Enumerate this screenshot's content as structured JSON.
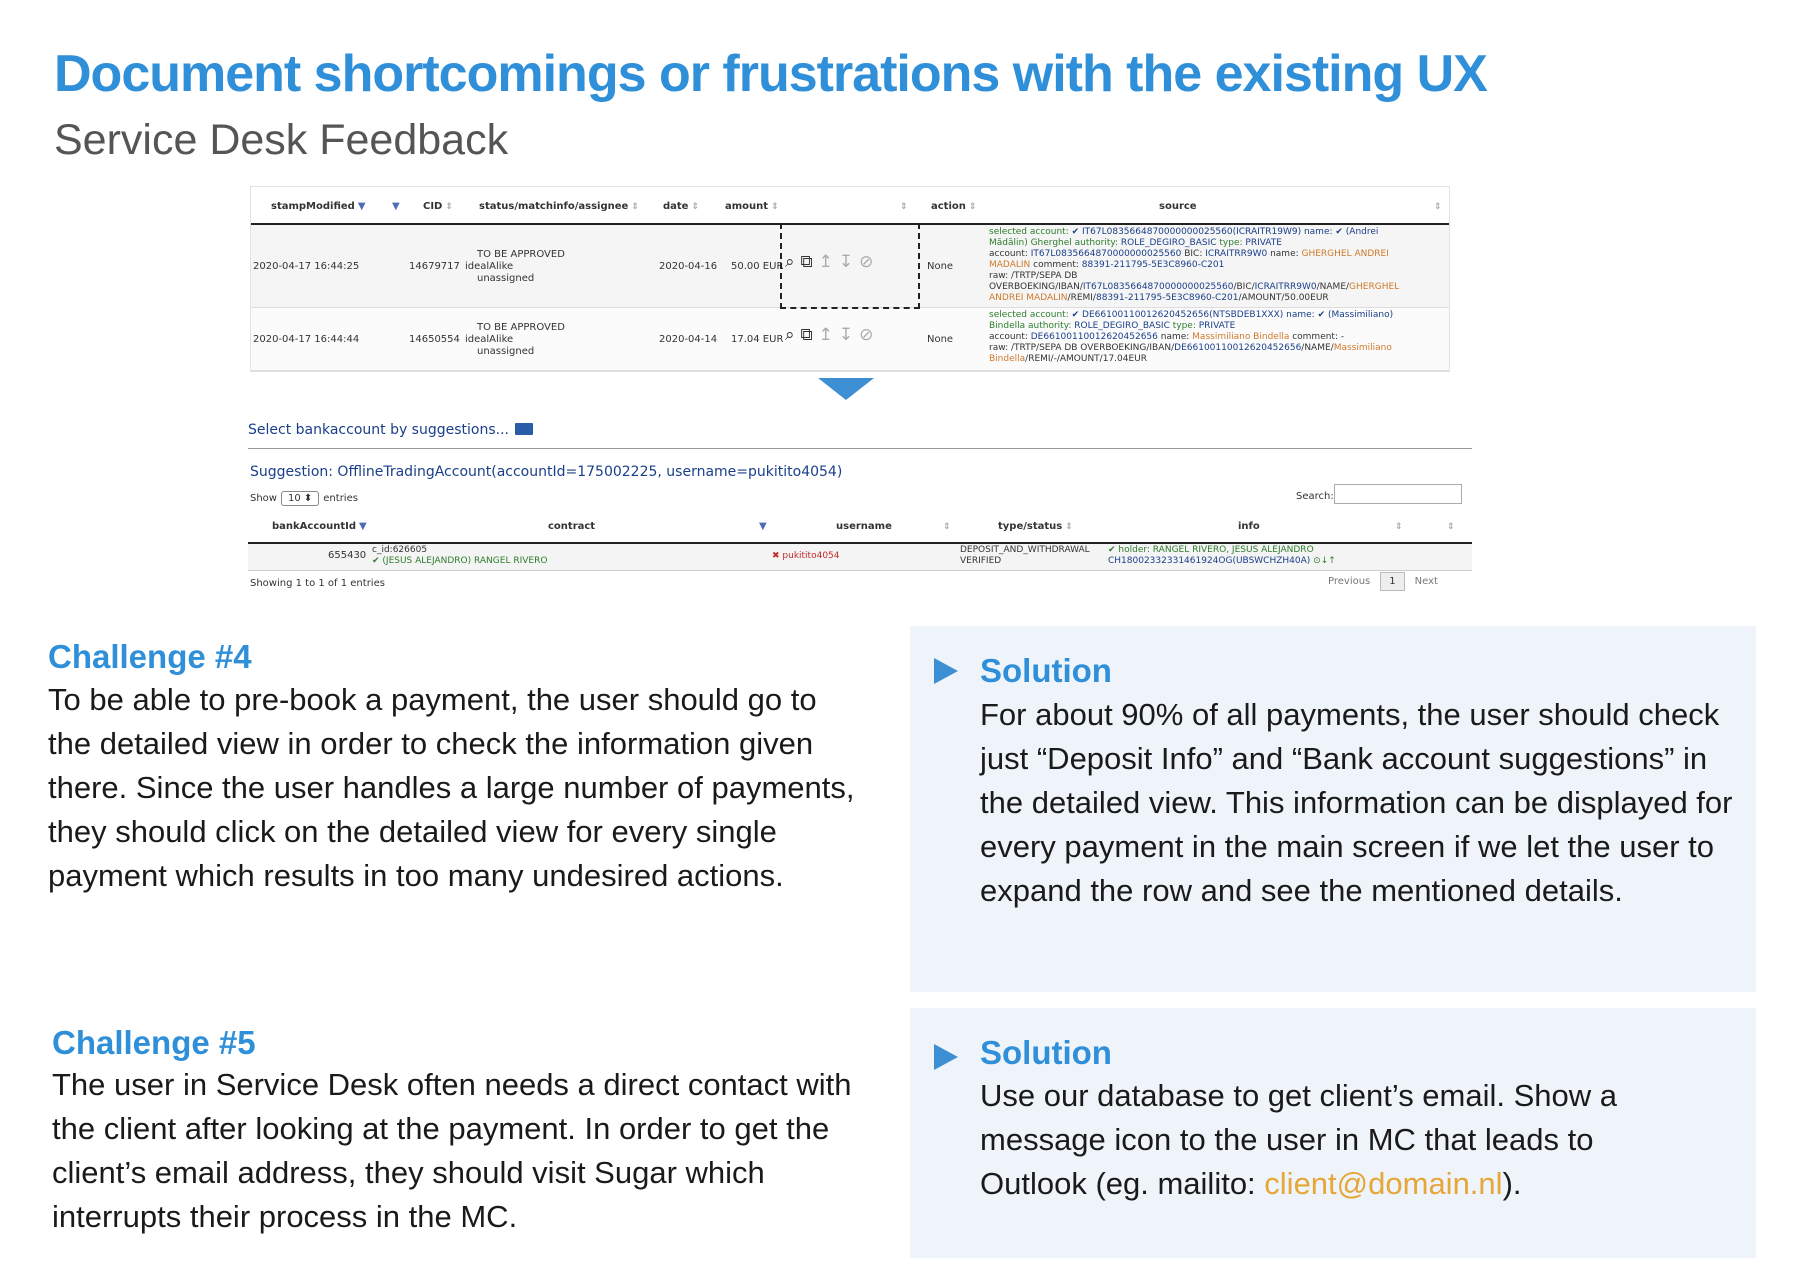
{
  "header": {
    "title": "Document shortcomings or frustrations with the existing UX",
    "subtitle": "Service Desk Feedback"
  },
  "payments_table": {
    "columns": [
      "stampModified",
      "CID",
      "status/matchinfo/assignee",
      "date",
      "amount",
      "action",
      "source"
    ],
    "rows": [
      {
        "stamp": "2020-04-17 16:44:25",
        "cid": "14679717",
        "status": "TO BE APPROVED",
        "match": "idealAlike",
        "assignee": "unassigned",
        "date": "2020-04-16",
        "amount": "50.00 EUR",
        "action": "None",
        "source": {
          "l1a": "selected account: ",
          "l1b": "✔ IT67L0835664870000000025560(ICRAITR19W9) name: ✔ (Andrei",
          "l2a": "Mădălin) Gherghel authority: ",
          "l2b": "ROLE_DEGIRO_BASIC",
          "l2c": " type: ",
          "l2d": "PRIVATE",
          "l3a": "account: ",
          "l3b": "IT67L0835664870000000025560",
          "l3c": " BIC: ",
          "l3d": "ICRAITRR9W0",
          "l3e": " name: ",
          "l3f": "GHERGHEL ANDREI",
          "l4a": "MADALIN",
          "l4b": " comment: ",
          "l4c": "88391-211795-5E3C8960-C201",
          "l5": "raw: /TRTP/SEPA DB",
          "l6a": "OVERBOEKING/IBAN/",
          "l6b": "IT67L0835664870000000025560",
          "l6c": "/BIC/",
          "l6d": "ICRAITRR9W0",
          "l6e": "/NAME/",
          "l6f": "GHERGHEL",
          "l7a": "ANDREI MADALIN",
          "l7b": "/REMI/",
          "l7c": "88391-211795-5E3C8960-C201",
          "l7d": "/AMOUNT/50.00EUR"
        }
      },
      {
        "stamp": "2020-04-17 16:44:44",
        "cid": "14650554",
        "status": "TO BE APPROVED",
        "match": "idealAlike",
        "assignee": "unassigned",
        "date": "2020-04-14",
        "amount": "17.04 EUR",
        "action": "None",
        "source": {
          "l1a": "selected account: ",
          "l1b": "✔ DE66100110012620452656(NTSBDEB1XXX) name: ✔ (Massimiliano)",
          "l2a": "Bindella authority: ",
          "l2b": "ROLE_DEGIRO_BASIC",
          "l2c": " type: ",
          "l2d": "PRIVATE",
          "l3a": "account: ",
          "l3b": "DE66100110012620452656",
          "l3c": " name: ",
          "l3d": "Massimiliano Bindella",
          "l3e": " comment: -",
          "l4a": "raw: /TRTP/SEPA DB OVERBOEKING/IBAN/",
          "l4b": "DE66100110012620452656",
          "l4c": "/NAME/",
          "l4d": "Massimiliano",
          "l5a": "Bindella",
          "l5b": "/REMI/-/AMOUNT/17.04EUR"
        }
      }
    ]
  },
  "suggestions": {
    "select_label": "Select bankaccount by suggestions...",
    "suggestion_text": "Suggestion: OfflineTradingAccount(accountId=175002225, username=pukitito4054)",
    "show_label": "Show",
    "show_value": "10",
    "entries_label": "entries",
    "search_label": "Search:",
    "columns": [
      "bankAccountId",
      "contract",
      "username",
      "type/status",
      "info"
    ],
    "row": {
      "bank_account_id": "655430",
      "contract_id": "c_id:626605",
      "contract_name": "✔ (JESUS ALEJANDRO) RANGEL RIVERO",
      "username": "✖ pukitito4054",
      "type": "DEPOSIT_AND_WITHDRAWAL",
      "status": "VERIFIED",
      "info_holder": "✔ holder: RANGEL RIVERO, JESUS ALEJANDRO",
      "info_account": "CH18002332331461924OG(UBSWCHZH40A)"
    },
    "footer": "Showing 1 to 1 of 1 entries",
    "prev": "Previous",
    "page": "1",
    "next": "Next"
  },
  "challenge4": {
    "heading": "Challenge #4",
    "text": "To be able to pre-book a payment, the user should go to the detailed view in order to check the information given there. Since the user handles a large number of payments, they should click on the detailed view for every single payment which results in too many undesired actions."
  },
  "solution4": {
    "heading": "Solution",
    "text": "For about 90% of all payments, the user should check just “Deposit Info” and “Bank account suggestions” in the detailed view. This information can be displayed for every payment in the main screen if we let the user to expand the row and see the mentioned details."
  },
  "challenge5": {
    "heading": "Challenge #5",
    "text": "The user in Service Desk often needs a direct contact with the client after looking at the payment. In order to get the client’s email address, they should visit Sugar which interrupts their process in the MC."
  },
  "solution5": {
    "heading": "Solution",
    "text_before": "Use our database to get client’s email. Show a message icon to the user in MC that leads to Outlook (eg. mailito: ",
    "email": "client@domain.nl",
    "text_after": ")."
  },
  "colors": {
    "accent": "#2f8fd8",
    "panel": "#eef4fa",
    "email": "#e6a638"
  }
}
